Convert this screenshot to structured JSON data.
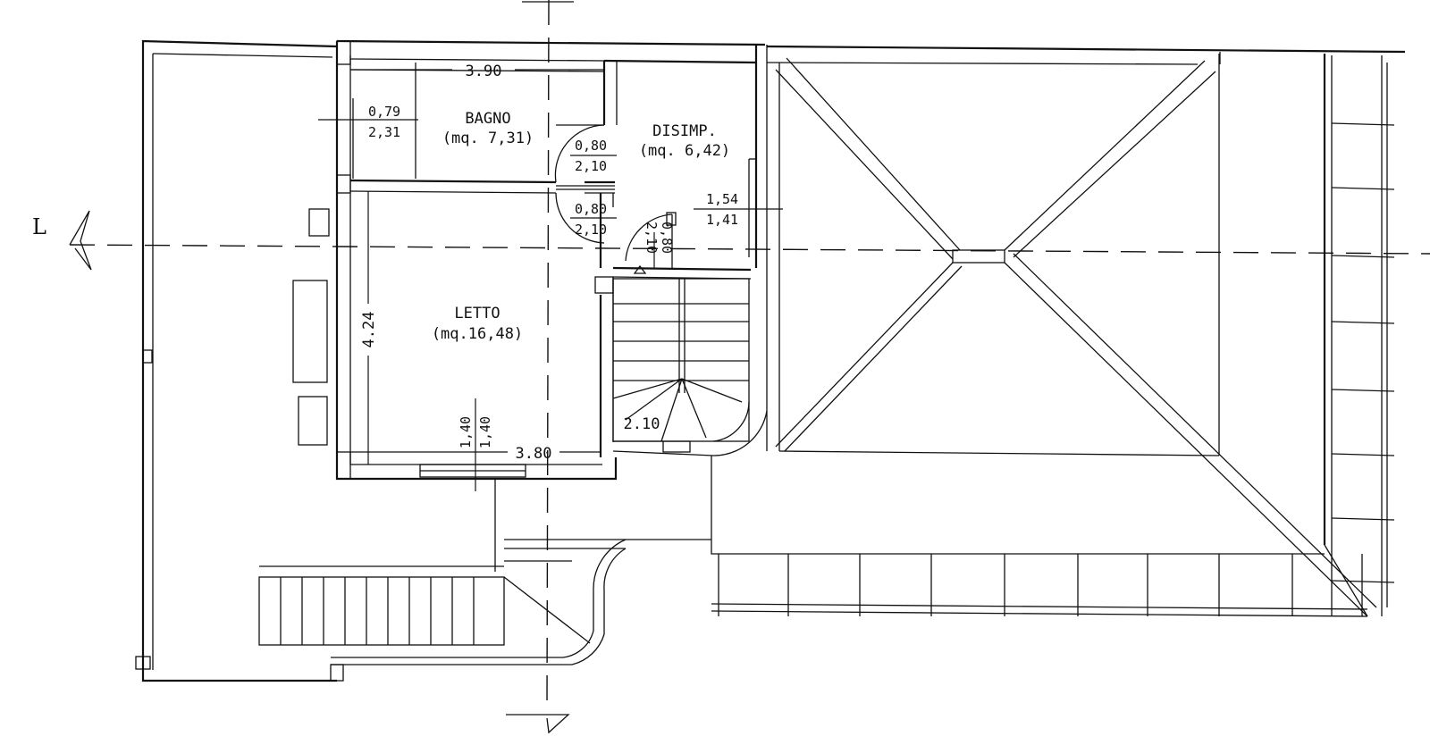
{
  "section_marker": "L",
  "rooms": [
    {
      "id": "bagno",
      "name": "BAGNO",
      "area": "(mq. 7,31)"
    },
    {
      "id": "disimp",
      "name": "DISIMP.",
      "area": "(mq. 6,42)"
    },
    {
      "id": "letto",
      "name": "LETTO",
      "area": "(mq.16,48)"
    }
  ],
  "dimensions": {
    "top_width": "3.90",
    "bottom_width": "3.80",
    "height_side": "4.24",
    "stair_width": "2.10"
  },
  "openings": {
    "window_bagno_w": "0,79",
    "window_bagno_h": "2,31",
    "door_bagno_w": "0,80",
    "door_bagno_h": "2,10",
    "door_letto_w": "0,80",
    "door_letto_h": "2,10",
    "door_stair_w": "0,80",
    "door_stair_h": "2,10",
    "window_disimp_w": "1,54",
    "window_disimp_h": "1,41",
    "window_letto_w": "1,40",
    "window_letto_h": "1,40"
  }
}
